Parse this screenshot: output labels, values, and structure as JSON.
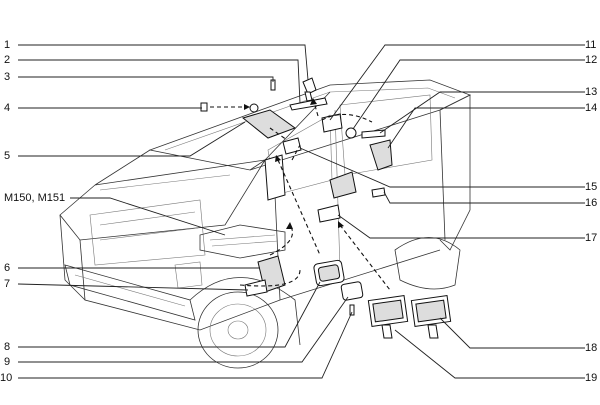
{
  "labels": {
    "l1": "1",
    "l2": "2",
    "l3": "3",
    "l4": "4",
    "l5": "5",
    "model": "M150, M151",
    "l6": "6",
    "l7": "7",
    "l8": "8",
    "l9": "9",
    "l10": "10",
    "l11": "11",
    "l12": "12",
    "l13": "13",
    "l14": "14",
    "l15": "15",
    "l16": "16",
    "l17": "17",
    "l18": "18",
    "l19": "19"
  }
}
